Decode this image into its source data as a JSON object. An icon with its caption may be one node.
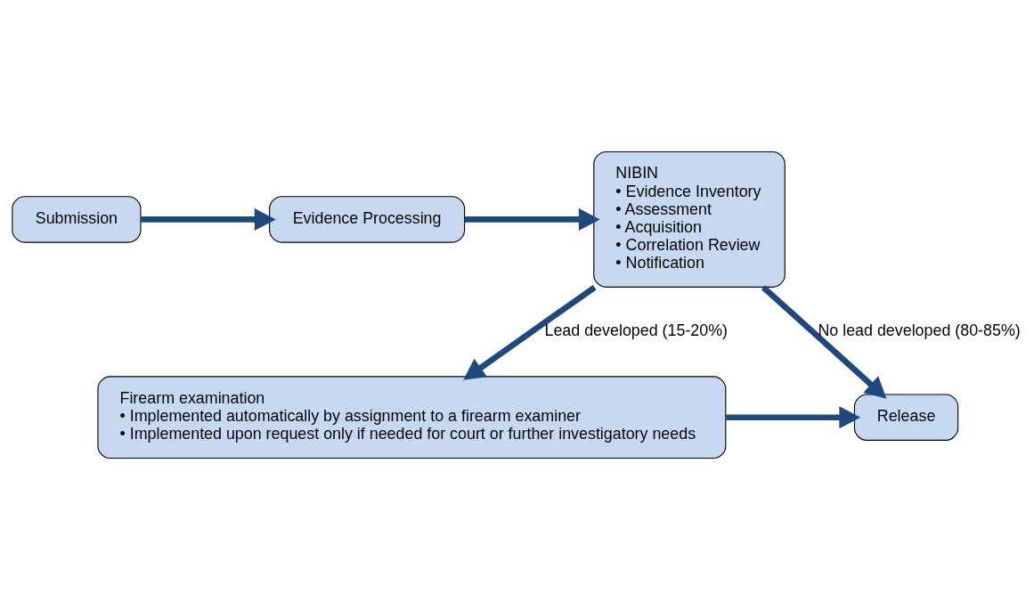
{
  "diagram": {
    "nodes": [
      {
        "text": [
          "Submission"
        ]
      },
      {
        "text": [
          "Evidence Processing"
        ]
      },
      {
        "text": [
          "NIBIN",
          "• Evidence Inventory",
          "• Assessment",
          "• Acquisition",
          "• Correlation Review",
          "• Notification"
        ]
      },
      {
        "text": [
          "Firearm examination",
          "• Implemented automatically by assignment to a firearm examiner",
          "• Implemented upon request only if needed for court or further investigatory needs"
        ]
      },
      {
        "text": [
          "Release"
        ]
      }
    ],
    "edges": [
      {
        "from": 0,
        "to": 1,
        "arrow": "to"
      },
      {
        "from": 1,
        "to": 2,
        "arrow": "to"
      },
      {
        "from": 2,
        "to": 3,
        "arrow": "to",
        "label": "Lead developed (15-20%)"
      },
      {
        "from": 2,
        "to": 4,
        "arrow": "to",
        "label": "No lead developed (80-85%)"
      },
      {
        "from": 3,
        "to": 4,
        "arrow": "to"
      }
    ]
  }
}
